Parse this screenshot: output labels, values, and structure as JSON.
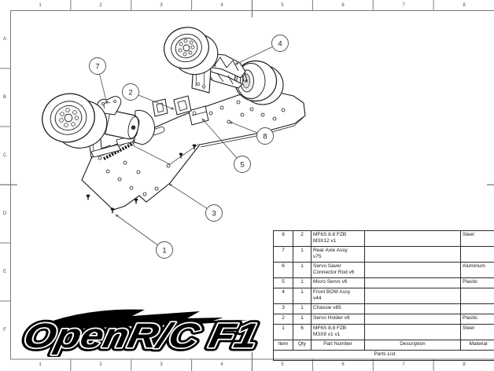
{
  "sheet": {
    "border_color": "#7a7a7a",
    "column_labels": [
      "1",
      "2",
      "3",
      "4",
      "5",
      "6",
      "7",
      "8"
    ],
    "row_labels": [
      "A",
      "B",
      "C",
      "D",
      "E",
      "F"
    ]
  },
  "logo": {
    "text": "OpenR/C F1"
  },
  "drawing": {
    "balloons": [
      "1",
      "2",
      "3",
      "4",
      "5",
      "7",
      "8"
    ]
  },
  "parts_list": {
    "title": "Parts List",
    "columns": [
      "Item",
      "Qty",
      "Part Number",
      "Description",
      "Material"
    ],
    "rows": [
      {
        "item": "8",
        "qty": "2",
        "part": "MF6S 8.8 FZB\nM3X12 v1",
        "description": "",
        "material": "Steel"
      },
      {
        "item": "7",
        "qty": "1",
        "part": "Rear Axle Assy\nv75",
        "description": "",
        "material": ""
      },
      {
        "item": "6",
        "qty": "1",
        "part": "Servo Saver\nConnector Rod v6",
        "description": "",
        "material": "Aluminum"
      },
      {
        "item": "5",
        "qty": "1",
        "part": "Micro Servo v6",
        "description": "",
        "material": "Plastic"
      },
      {
        "item": "4",
        "qty": "1",
        "part": "Front BOM Assy\nv44",
        "description": "",
        "material": ""
      },
      {
        "item": "3",
        "qty": "1",
        "part": "Chassie v85",
        "description": "",
        "material": ""
      },
      {
        "item": "2",
        "qty": "1",
        "part": "Servo Holder v8",
        "description": "",
        "material": "Plastic"
      },
      {
        "item": "1",
        "qty": "6",
        "part": "MF6S 8.8 FZB\nM3X8 v1 v1",
        "description": "",
        "material": "Steel"
      }
    ]
  }
}
